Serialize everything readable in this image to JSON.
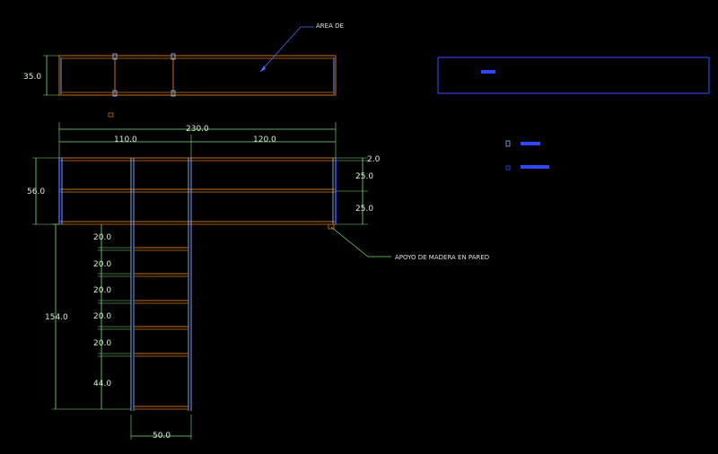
{
  "drawing": {
    "labels": {
      "area": "AREA DE",
      "support": "APOYO DE MADERA EN PARED"
    },
    "top_view": {
      "depth": "35.0"
    },
    "front_view": {
      "total_width": "230.0",
      "left_width": "110.0",
      "right_width": "120.0",
      "height": "56.0",
      "top_gap": "2.0",
      "shelf_1": "25.0",
      "shelf_2": "25.0"
    },
    "column": {
      "height": "154.0",
      "spacings": [
        "20.0",
        "20.0",
        "20.0",
        "20.0",
        "20.0"
      ],
      "bottom": "44.0",
      "width": "50.0"
    },
    "colors": {
      "wood": "#c8701e",
      "dimension": "#7fe07f",
      "edge": "#3a52ff",
      "background": "#000000"
    }
  }
}
